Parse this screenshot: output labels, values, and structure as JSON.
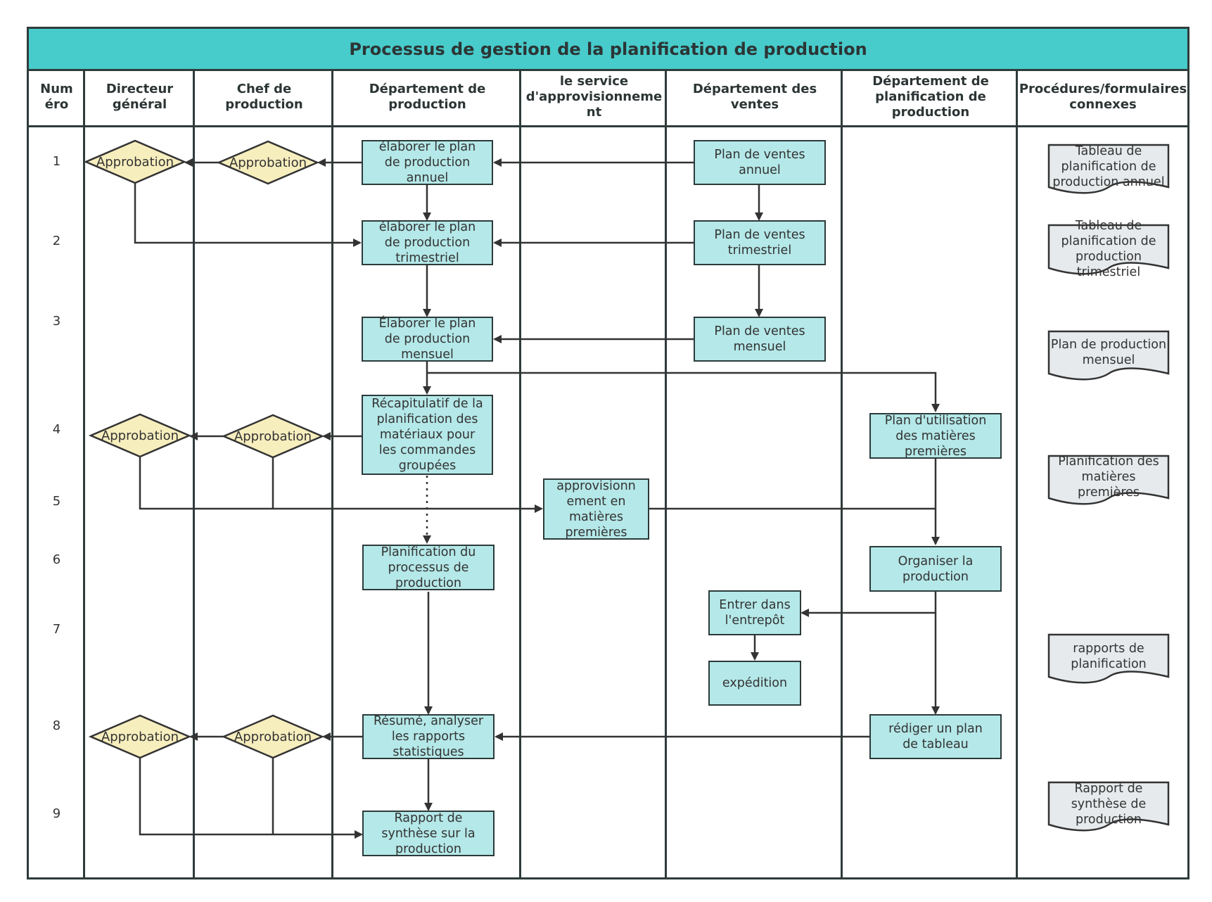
{
  "title": "Processus de gestion de la planification de production",
  "columns": [
    "Num\néro",
    "Directeur\ngénéral",
    "Chef de\nproduction",
    "Département de\nproduction",
    "le service\nd'approvisionneme\nnt",
    "Département des\nventes",
    "Département de\nplanification de\nproduction",
    "Procédures/formulaires\nconnexes"
  ],
  "rows": [
    "1",
    "2",
    "3",
    "4",
    "5",
    "6",
    "7",
    "8",
    "9"
  ],
  "approval_label": "Approbation",
  "process": {
    "annual_plan": "élaborer le plan\nde production\nannuel",
    "quarter_plan": "élaborer le plan\nde production\ntrimestriel",
    "month_plan": "Élaborer le plan\nde production\nmensuel",
    "materials_summary": "Récapitulatif de la\nplanification des\nmatériaux pour\nles commandes\ngroupées",
    "process_planning": "Planification du\nprocessus de\nproduction",
    "summary_analysis": "Résumé, analyser\nles rapports\nstatistiques",
    "production_report": "Rapport de\nsynthèse sur la\nproduction",
    "supply": "approvisionn\nement en\nmatières\npremières",
    "sales_annual": "Plan de ventes\nannuel",
    "sales_quarter": "Plan de ventes\ntrimestriel",
    "sales_month": "Plan de ventes\nmensuel",
    "warehouse": "Entrer dans\nl'entrepôt",
    "shipping": "expédition",
    "materials_use": "Plan d'utilisation\ndes matières\npremières",
    "organize": "Organiser la\nproduction",
    "table_plan": "rédiger un plan\nde tableau"
  },
  "documents": [
    "Tableau de\nplanification de\nproduction annuel",
    "Tableau de\nplanification de\nproduction\ntrimestriel",
    "Plan de production\nmensuel",
    "Planification des\nmatières premières",
    "rapports de\nplanification",
    "Rapport de\nsynthèse de\nproduction"
  ],
  "colors": {
    "header": "#48cbcb",
    "process_fill": "#b5e8e8",
    "decision_fill": "#f7eebe",
    "document_fill": "#e6eaec",
    "line": "#333333"
  }
}
